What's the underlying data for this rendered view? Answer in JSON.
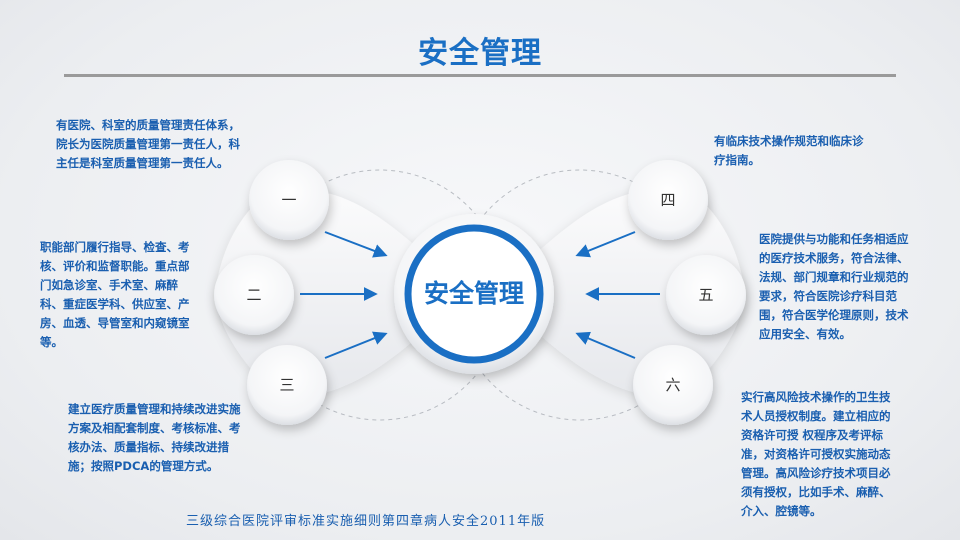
{
  "slide": {
    "title": "安全管理",
    "center_label": "安全管理",
    "footer": "三级综合医院评审标准实施细则第四章病人安全2011年版"
  },
  "items": [
    {
      "num": "一",
      "text": "有医院、科室的质量管理责任体系，院长为医院质量管理第一责任人，科主任是科室质量管理第一责任人。"
    },
    {
      "num": "二",
      "text": "职能部门履行指导、检查、考核、评价和监督职能。重点部门如急诊室、手术室、麻醉科、重症医学科、供应室、产房、血透、导管室和内窥镜室等。"
    },
    {
      "num": "三",
      "text": "建立医疗质量管理和持续改进实施方案及相配套制度、考核标准、考核办法、质量指标、持续改进措施；按照PDCA的管理方式。"
    },
    {
      "num": "四",
      "text": "有临床技术操作规范和临床诊疗指南。"
    },
    {
      "num": "五",
      "text": "医院提供与功能和任务相适应的医疗技术服务，符合法律、法规、部门规章和行业规范的要求，符合医院诊疗科目范围，符合医学伦理原则，技术应用安全、有效。"
    },
    {
      "num": "六",
      "text": "实行高风险技术操作的卫生技术人员授权制度。建立相应的资格许可授 权程序及考评标准，对资格许可授权实施动态管理。高风险诊疗技术项目必须有授权，比如手术、麻醉、介入、腔镜等。"
    }
  ],
  "colors": {
    "accent": "#1a6fc4",
    "text": "#1a5fb0",
    "rule": "#9a9a9a"
  }
}
